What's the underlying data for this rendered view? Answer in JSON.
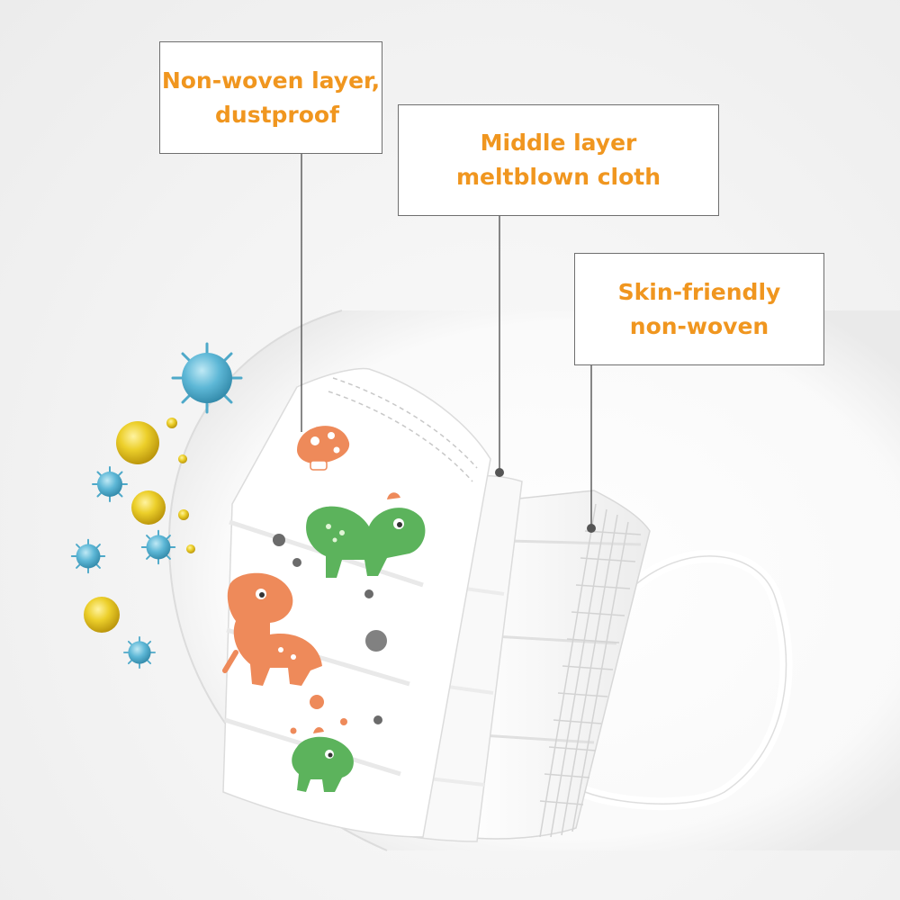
{
  "callouts": {
    "outer_layer": {
      "line1": "Non-woven layer,",
      "line2": "dustproof"
    },
    "middle_layer": {
      "line1": "Middle layer",
      "line2": "meltblown cloth"
    },
    "inner_layer": {
      "line1": "Skin-friendly",
      "line2": "non-woven"
    }
  },
  "colors": {
    "label_text": "#f0961f",
    "callout_border": "#6f6f6f",
    "leader_line": "#555555",
    "virus_blue": "#4ea9c9",
    "pollen_yellow": "#e2c21a",
    "dino_green": "#5cb35c",
    "dino_orange": "#ee8a5a",
    "dino_gray": "#6b6b6b"
  },
  "illustration": {
    "subject": "three-layer children's face mask with dinosaur print",
    "particles": [
      "virus-blue",
      "pollen-yellow"
    ]
  }
}
